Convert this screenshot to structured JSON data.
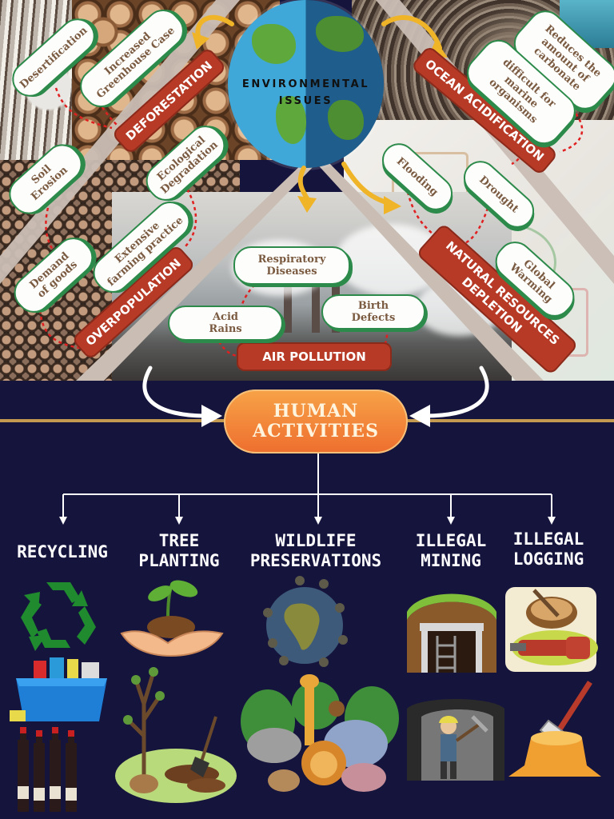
{
  "title": [
    "ENVIRONMENTAL",
    "ISSUES"
  ],
  "categories": {
    "deforestation": "DEFORESTATION",
    "ocean_acidification": "OCEAN ACIDIFICATION",
    "overpopulation": "OVERPOPULATION",
    "air_pollution": "AIR POLLUTION",
    "natural_resources_depletion": [
      "NATURAL RESOURCES",
      "DEPLETION"
    ]
  },
  "effects": {
    "desertification": "Desertification",
    "greenhouse": [
      "Increased",
      "Greenhouse Case"
    ],
    "soil_erosion": [
      "Soil",
      "Erosion"
    ],
    "ecological": [
      "Ecological",
      "Degradation"
    ],
    "demand": [
      "Demand",
      "of goods"
    ],
    "farming": [
      "Extensive",
      "farming practice"
    ],
    "respiratory": [
      "Respiratory",
      "Diseases"
    ],
    "acid_rains": [
      "Acid",
      "Rains"
    ],
    "birth_defects": [
      "Birth",
      "Defects"
    ],
    "reduces_carbonate": [
      "Reduces the",
      "amount of",
      "carbonate"
    ],
    "marine": [
      "difficult for",
      "marine",
      "organisms"
    ],
    "flooding": "Flooding",
    "drought": "Drought",
    "global_warming": [
      "Global",
      "Warming"
    ]
  },
  "human_activities": [
    "HUMAN",
    "ACTIVITIES"
  ],
  "activities": {
    "recycling": "RECYCLING",
    "tree_planting": [
      "TREE",
      "PLANTING"
    ],
    "wildlife": [
      "WILDLIFE",
      "PRESERVATIONS"
    ],
    "illegal_mining": [
      "ILLEGAL",
      "MINING"
    ],
    "illegal_logging": [
      "ILLEGAL",
      "LOGGING"
    ]
  },
  "colors": {
    "background": "#15143d",
    "banner_red": "#b63a26",
    "pill_border": "#2c8a4a",
    "human_orange": "#f08a38",
    "gold_line": "#c39a4f"
  }
}
